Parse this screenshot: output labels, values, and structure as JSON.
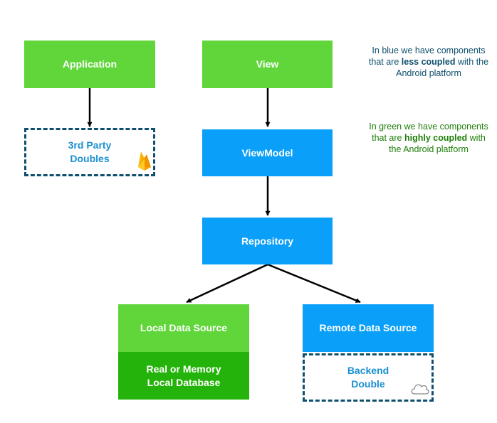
{
  "nodes": {
    "application": "Application",
    "view": "View",
    "third_party_doubles": "3rd Party Doubles",
    "viewmodel": "ViewModel",
    "repository": "Repository",
    "local_data_source": "Local Data Source",
    "local_database": "Real or Memory Local Database",
    "remote_data_source": "Remote Data Source",
    "backend_double": "Backend Double"
  },
  "legend": {
    "blue_note": {
      "part1": "In blue we have components that are",
      "bold": "less coupled",
      "part2": "with the Android platform",
      "color": "#0f4f6e"
    },
    "green_note": {
      "part1": "In green we have components that are",
      "bold": "highly coupled",
      "part2": "with the Android platform",
      "color": "#1f7f0a"
    }
  },
  "icons": {
    "firebase": "firebase-flame-icon",
    "cloud": "cloud-icon"
  },
  "colors": {
    "green": "#60d63a",
    "green_dark": "#24b30a",
    "blue": "#0a9ff8",
    "dashed_border": "#0f4f6e",
    "dashed_text": "#1a8fd0",
    "arrow": "#000000"
  }
}
